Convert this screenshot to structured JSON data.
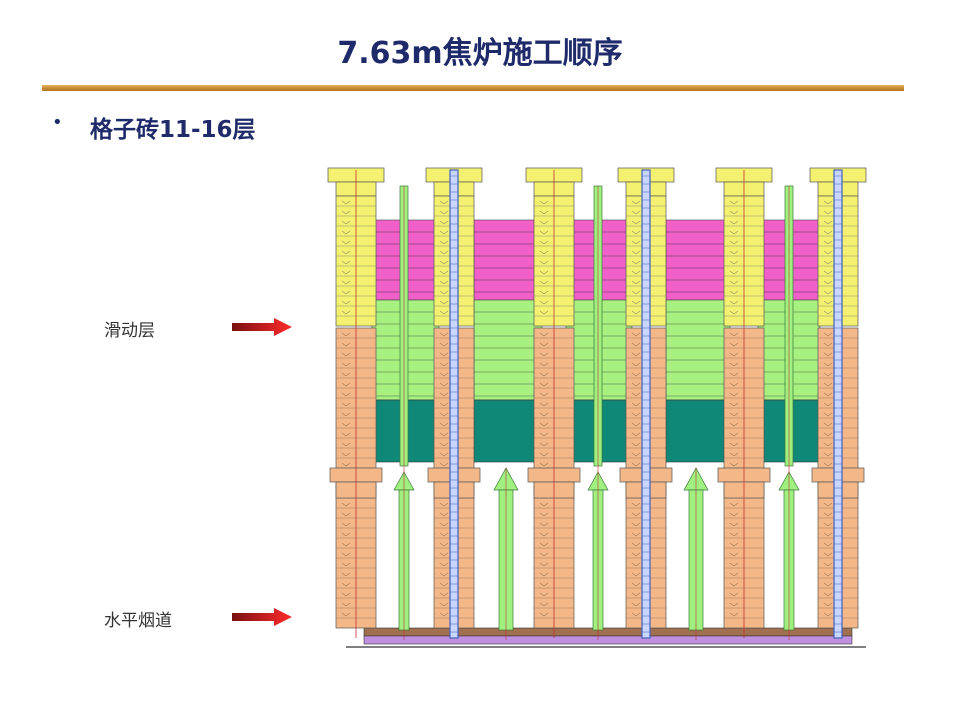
{
  "title": "7.63m焦炉施工顺序",
  "bullet": "•",
  "subtitle": "格子砖11-16层",
  "labels": {
    "sliding_layer": "滑动层",
    "horizontal_flue": "水平烟道"
  },
  "colors": {
    "title_text": "#1f2a6b",
    "rule": "#c8892d",
    "pink_layer": "#f060c8",
    "green_layer": "#a8f080",
    "teal_layer": "#108878",
    "yellow_brick": "#f4f070",
    "orange_brick": "#f4b888",
    "blue_channel": "#4060c0",
    "light_green_pipe": "#a0f080",
    "purple_base": "#c090e0",
    "brown_base": "#a07050",
    "arrow_red": "#e02020"
  }
}
